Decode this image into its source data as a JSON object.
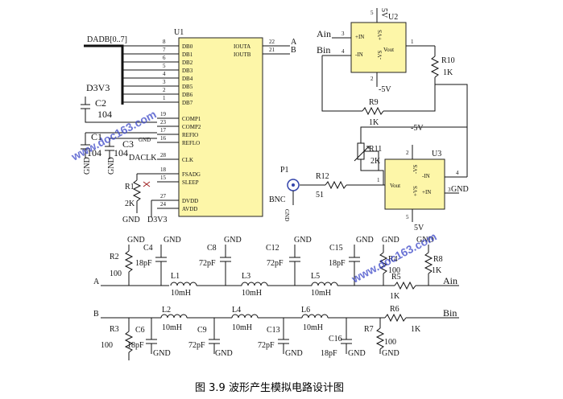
{
  "caption": "图 3.9    波形产生模拟电路设计图",
  "watermark": "www.doc163.com",
  "colors": {
    "chip_fill": "#fdf6a8",
    "wire": "#111111",
    "gnd_label": "#7a1d1d",
    "watermark": "#3a46c8"
  },
  "u1": {
    "ref": "U1",
    "bus_label": "DADB[0..7]",
    "left_pins": [
      {
        "num": "8",
        "name": "DB0"
      },
      {
        "num": "7",
        "name": "DB1"
      },
      {
        "num": "6",
        "name": "DB2"
      },
      {
        "num": "5",
        "name": "DB3"
      },
      {
        "num": "4",
        "name": "DB4"
      },
      {
        "num": "3",
        "name": "DB5"
      },
      {
        "num": "2",
        "name": "DB6"
      },
      {
        "num": "1",
        "name": "DB7"
      },
      {
        "num": "19",
        "name": "COMP1"
      },
      {
        "num": "23",
        "name": "COMP2"
      },
      {
        "num": "17",
        "name": "REFIO"
      },
      {
        "num": "16",
        "name": "REFLO"
      },
      {
        "num": "28",
        "name": "CLK"
      },
      {
        "num": "18",
        "name": "FSADG"
      },
      {
        "num": "15",
        "name": "SLEEP"
      },
      {
        "num": "27",
        "name": "DVDD"
      },
      {
        "num": "24",
        "name": "AVDD"
      }
    ],
    "right_pins": [
      {
        "num": "22",
        "name": "IOUTA",
        "net": "A"
      },
      {
        "num": "21",
        "name": "IOUTB",
        "net": "B"
      }
    ]
  },
  "left_parts": {
    "d3v3_top": "D3V3",
    "c2_ref": "C2",
    "c2_val": "104",
    "c1_ref": "C1",
    "c1_val": "104",
    "c3_ref": "C3",
    "c3_val": "104",
    "gnd": "GND",
    "daclk": "DACLK",
    "r1_ref": "R1",
    "r1_val": "2K",
    "gnd_bottom": "GND",
    "d3v3_bottom": "D3V3"
  },
  "u2": {
    "ref": "U2",
    "in_a": "Ain",
    "in_b": "Bin",
    "pin_pos": "+IN",
    "pin_neg": "-IN",
    "pin_vsp": "+VS",
    "pin_vsn": "-VS",
    "pin_out": "Vout",
    "pin3": "3",
    "pin4": "4",
    "pin1": "1",
    "pin5": "5",
    "pin2": "2",
    "supply_top": "5V",
    "supply_bottom": "-5V",
    "r10_ref": "R10",
    "r10_val": "1K",
    "r9_ref": "R9",
    "r9_val": "1K"
  },
  "u3": {
    "ref": "U3",
    "pin_vsn": "-VS",
    "pin_vsp": "+VS",
    "pin_neg": "-IN",
    "pin_pos": "+IN",
    "pin_out": "Vout",
    "pin2": "2",
    "pin5": "5",
    "pin4": "4",
    "pin3": "3",
    "pin1": "1",
    "supply_top": "-5V",
    "supply_bottom": "5V",
    "gnd": "GND",
    "r11_ref": "R11",
    "r11_val": "2K",
    "r12_ref": "R12",
    "r12_val": "51",
    "p1_ref": "P1",
    "p1_type": "BNC",
    "p1_gnd": "GND"
  },
  "filter_a": {
    "net_in": "A",
    "net_out": "Ain",
    "gnd": "GND",
    "r2_ref": "R2",
    "r2_val": "100",
    "caps": [
      {
        "ref": "C4",
        "val": "18pF"
      },
      {
        "ref": "C8",
        "val": "72pF"
      },
      {
        "ref": "C12",
        "val": "72pF"
      },
      {
        "ref": "C15",
        "val": "18pF"
      }
    ],
    "inductors": [
      {
        "ref": "L1",
        "val": "10mH"
      },
      {
        "ref": "L3",
        "val": "10mH"
      },
      {
        "ref": "L5",
        "val": "10mH"
      }
    ],
    "r4_ref": "R4",
    "r4_val": "100",
    "r5_ref": "R5",
    "r5_val": "1K",
    "r8_ref": "R8",
    "r8_val": "1K"
  },
  "filter_b": {
    "net_in": "B",
    "net_out": "Bin",
    "gnd": "GND",
    "r3_ref": "R3",
    "r3_val": "100",
    "caps": [
      {
        "ref": "C6",
        "val": "18pF"
      },
      {
        "ref": "C9",
        "val": "72pF"
      },
      {
        "ref": "C13",
        "val": "72pF"
      },
      {
        "ref": "C16",
        "val": "18pF"
      }
    ],
    "inductors": [
      {
        "ref": "L2",
        "val": "10mH"
      },
      {
        "ref": "L4",
        "val": "10mH"
      },
      {
        "ref": "L6",
        "val": "10mH"
      }
    ],
    "r7_ref": "R7",
    "r7_val": "100",
    "r6_ref": "R6",
    "r6_val": "1K"
  }
}
